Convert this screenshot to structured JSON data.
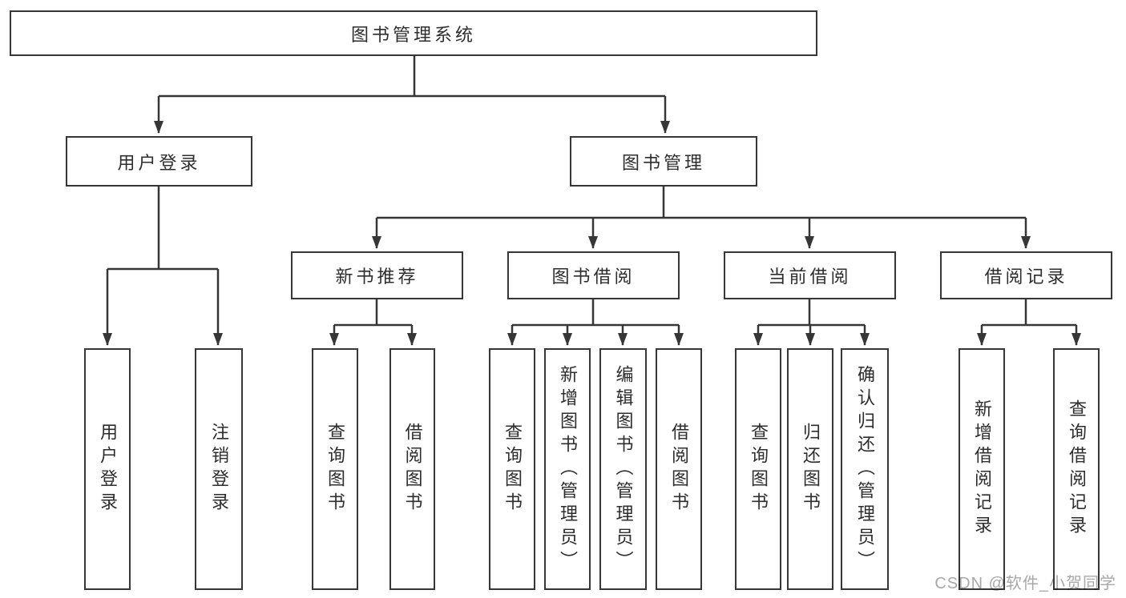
{
  "diagram": {
    "root": {
      "label": "图书管理系统",
      "children": [
        {
          "label": "用户登录",
          "children": [
            {
              "label": "用户登录"
            },
            {
              "label": "注销登录"
            }
          ]
        },
        {
          "label": "图书管理",
          "children": [
            {
              "label": "新书推荐",
              "children": [
                {
                  "label": "查询图书"
                },
                {
                  "label": "借阅图书"
                }
              ]
            },
            {
              "label": "图书借阅",
              "children": [
                {
                  "label": "查询图书"
                },
                {
                  "label": "新增图书（管理员）"
                },
                {
                  "label": "编辑图书（管理员）"
                },
                {
                  "label": "借阅图书"
                }
              ]
            },
            {
              "label": "当前借阅",
              "children": [
                {
                  "label": "查询图书"
                },
                {
                  "label": "归还图书"
                },
                {
                  "label": "确认归还（管理员）"
                }
              ]
            },
            {
              "label": "借阅记录",
              "children": [
                {
                  "label": "新增借阅记录"
                },
                {
                  "label": "查询借阅记录"
                }
              ]
            }
          ]
        }
      ]
    },
    "watermark": "CSDN @软件_小贺同学",
    "colors": {
      "line": "#363636",
      "text": "#2d2d2d",
      "box_background": "#ffffff",
      "watermark": "#a8a8a8"
    }
  }
}
